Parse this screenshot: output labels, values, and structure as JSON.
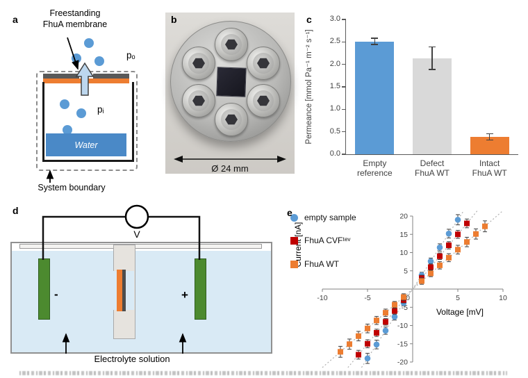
{
  "figure": {
    "panel_labels": {
      "a": "a",
      "b": "b",
      "c": "c",
      "d": "d",
      "e": "e"
    }
  },
  "panel_a": {
    "title_line1": "Freestanding",
    "title_line2": "FhuA membrane",
    "p_outer_label": "pₒ",
    "p_inner_label": "pᵢ",
    "water_label": "Water",
    "boundary_label": "System boundary",
    "colors": {
      "molecule": "#5B9BD5",
      "membrane": "#ED7D31",
      "water": "#4a89c7"
    }
  },
  "panel_b": {
    "diameter_label": "Ø 24 mm"
  },
  "panel_d": {
    "voltmeter_label": "V",
    "minus_label": "-",
    "plus_label": "+",
    "solution_label": "Electrolyte solution",
    "colors": {
      "electrode": "#4c8a2f",
      "solution": "#d9eaf5",
      "membrane": "#ED7D31"
    }
  },
  "chart_data": [
    {
      "panel": "c",
      "type": "bar",
      "title": "",
      "xlabel": "",
      "ylabel": "Permeance [mmol Pa⁻¹ m⁻² s⁻¹]",
      "ylim": [
        0,
        3.0
      ],
      "yticks": [
        0.0,
        0.5,
        1.0,
        1.5,
        2.0,
        2.5,
        3.0
      ],
      "grid": false,
      "categories": [
        [
          "Empty",
          "reference"
        ],
        [
          "Defect",
          "FhuA WT"
        ],
        [
          "Intact",
          "FhuA WT"
        ]
      ],
      "values": [
        2.51,
        2.14,
        0.39
      ],
      "errors": [
        0.07,
        0.25,
        0.07
      ],
      "colors": [
        "#5B9BD5",
        "#D9D9D9",
        "#ED7D31"
      ]
    },
    {
      "panel": "e",
      "type": "scatter",
      "title": "",
      "xlabel": "Voltage [mV]",
      "ylabel": "Current [nA]",
      "xlim": [
        -10,
        10
      ],
      "ylim": [
        -20,
        20
      ],
      "xticks": [
        -10,
        -5,
        0,
        5,
        10
      ],
      "yticks": [
        -20,
        -15,
        -10,
        -5,
        5,
        10,
        15,
        20
      ],
      "grid": false,
      "legend_position": "left",
      "series": [
        {
          "name": "empty sample",
          "marker": "circle",
          "color": "#5B9BD5",
          "trend_slope": 3.8,
          "points": [
            [
              -5,
              -19,
              1.4
            ],
            [
              -4,
              -15.2,
              1.2
            ],
            [
              -3,
              -11.4,
              1.0
            ],
            [
              -2,
              -7.6,
              0.9
            ],
            [
              -1,
              -3.8,
              0.8
            ],
            [
              1,
              3.8,
              0.8
            ],
            [
              2,
              7.6,
              0.9
            ],
            [
              3,
              11.4,
              1.0
            ],
            [
              4,
              15.2,
              1.2
            ],
            [
              5,
              19,
              1.4
            ]
          ]
        },
        {
          "name": "FhuA CVFᵗᵉᵛ",
          "marker": "square",
          "color": "#C00000",
          "trend_slope": 3.0,
          "points": [
            [
              -6,
              -18,
              1.2
            ],
            [
              -5,
              -15,
              1.1
            ],
            [
              -4,
              -12,
              1.0
            ],
            [
              -3,
              -9,
              0.9
            ],
            [
              -2,
              -6,
              0.9
            ],
            [
              -1,
              -3,
              0.8
            ],
            [
              1,
              3,
              0.8
            ],
            [
              2,
              6,
              0.9
            ],
            [
              3,
              9,
              0.9
            ],
            [
              4,
              12,
              1.0
            ],
            [
              5,
              15,
              1.1
            ],
            [
              6,
              18,
              1.2
            ]
          ]
        },
        {
          "name": "FhuA WT",
          "marker": "square",
          "color": "#ED7D31",
          "trend_slope": 2.15,
          "points": [
            [
              -8,
              -17.2,
              1.5
            ],
            [
              -7,
              -15.1,
              1.4
            ],
            [
              -6,
              -12.9,
              1.3
            ],
            [
              -5,
              -10.8,
              1.2
            ],
            [
              -4,
              -8.6,
              1.1
            ],
            [
              -3,
              -6.5,
              1.0
            ],
            [
              -2,
              -4.3,
              0.9
            ],
            [
              -1,
              -2.2,
              0.9
            ],
            [
              1,
              2.2,
              0.9
            ],
            [
              2,
              4.3,
              0.9
            ],
            [
              3,
              6.5,
              1.0
            ],
            [
              4,
              8.6,
              1.1
            ],
            [
              5,
              10.8,
              1.2
            ],
            [
              6,
              12.9,
              1.3
            ],
            [
              7,
              15.1,
              1.4
            ],
            [
              8,
              17.2,
              1.5
            ]
          ]
        }
      ]
    }
  ]
}
